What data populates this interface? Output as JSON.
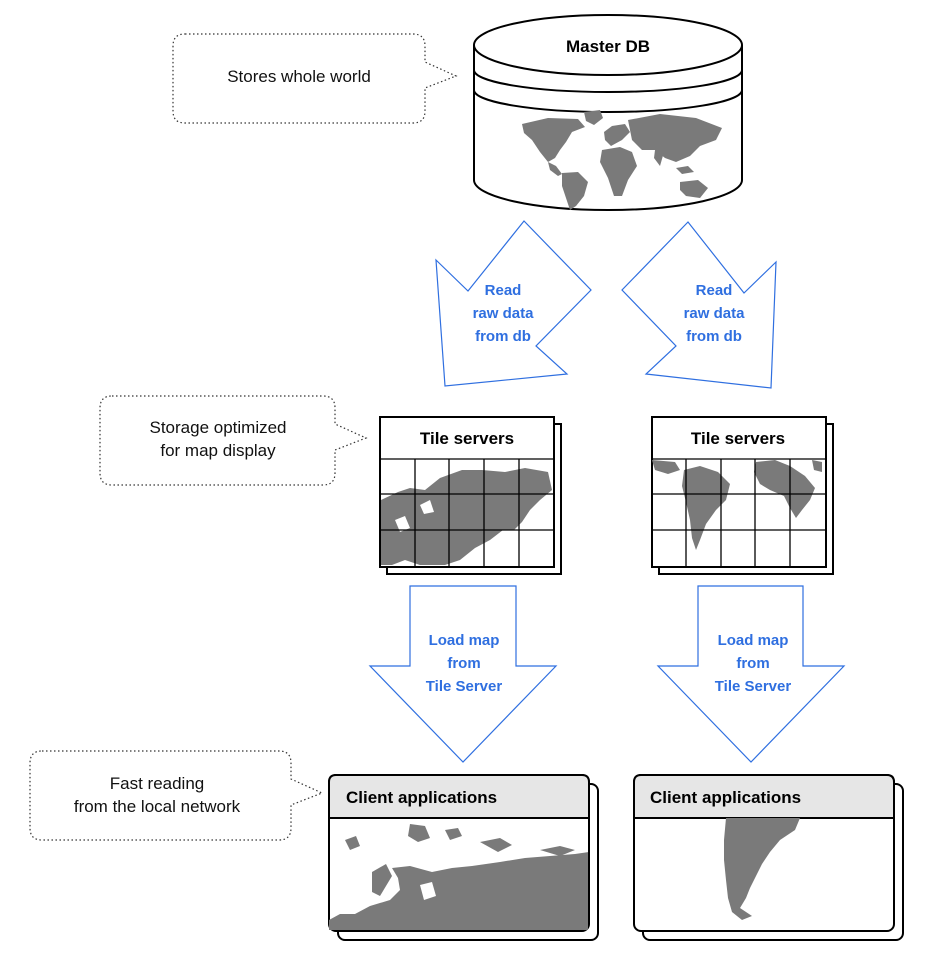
{
  "colors": {
    "arrow_stroke": "#2f6fe0",
    "arrow_text": "#2f6fe0",
    "land": "#7a7a7a",
    "client_header": "#e6e6e6"
  },
  "master_db": {
    "title": "Master DB"
  },
  "callouts": {
    "master": "Stores whole world",
    "tiles_line1": "Storage optimized",
    "tiles_line2": "for map display",
    "clients_line1": "Fast reading",
    "clients_line2": "from the local network"
  },
  "read_arrows": [
    {
      "line1": "Read",
      "line2": "raw data",
      "line3": "from db"
    },
    {
      "line1": "Read",
      "line2": "raw data",
      "line3": "from db"
    }
  ],
  "tile_servers": [
    {
      "title": "Tile servers"
    },
    {
      "title": "Tile servers"
    }
  ],
  "load_arrows": [
    {
      "line1": "Load map",
      "line2": "from",
      "line3": "Tile Server"
    },
    {
      "line1": "Load map",
      "line2": "from",
      "line3": "Tile Server"
    }
  ],
  "clients": [
    {
      "title": "Client applications"
    },
    {
      "title": "Client applications"
    }
  ]
}
